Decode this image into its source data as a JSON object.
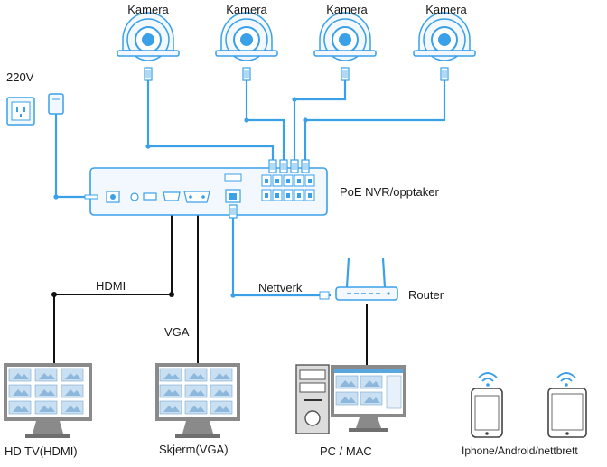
{
  "labels": {
    "camera": "Kamera",
    "power": "220V",
    "nvr": "PoE NVR/opptaker",
    "hdmi": "HDMI",
    "vga": "VGA",
    "network": "Nettverk",
    "router": "Router",
    "hdtv": "HD TV(HDMI)",
    "monitor": "Skjerm(VGA)",
    "pc": "PC / MAC",
    "mobile": "Iphone/Android/nettbrett"
  },
  "cameras": [
    "Kamera",
    "Kamera",
    "Kamera",
    "Kamera"
  ],
  "colors": {
    "cable": "#3aa0e8",
    "line": "#111111",
    "device_fill": "#f2f8fe",
    "device_stroke": "#3aa0e8",
    "screen_tile": "#c9dff2",
    "monitor_body": "#8a8a8a"
  }
}
